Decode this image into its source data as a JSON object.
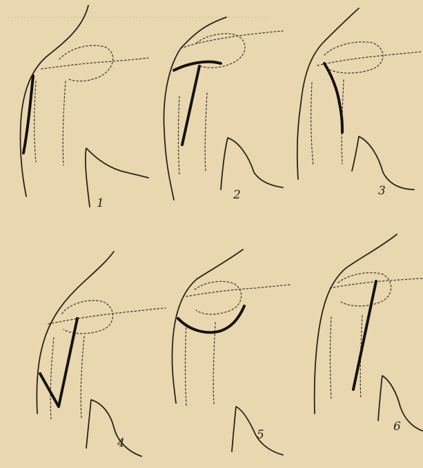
{
  "figures": [
    {
      "label": "1"
    },
    {
      "label": "2"
    },
    {
      "label": "3"
    },
    {
      "label": "4"
    },
    {
      "label": "5"
    },
    {
      "label": "6"
    }
  ],
  "colors": {
    "paper": "#e9d7b0",
    "ink": "#2a2218",
    "incision": "#15110b"
  }
}
